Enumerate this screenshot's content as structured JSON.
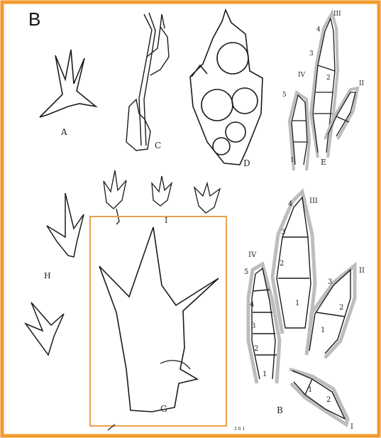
{
  "figure": {
    "panel_letter": "B",
    "labels": {
      "a": "A",
      "c": "C",
      "d": "D",
      "e": "E",
      "h": "H",
      "i": "I",
      "g": "G",
      "b": "B"
    },
    "digit_roman": {
      "ii": "II",
      "iii": "III",
      "iv": "IV",
      "one": "I"
    },
    "phalanx_numbers": {
      "n1": "1",
      "n2": "2",
      "n3": "3",
      "n4": "4",
      "n5": "5"
    },
    "scale_note": "2 0 1",
    "colors": {
      "frame": "#F39A2B",
      "highlight_box": "#E9A14A",
      "ink": "#1a1a1a",
      "halo": "#bdbdbd"
    }
  }
}
